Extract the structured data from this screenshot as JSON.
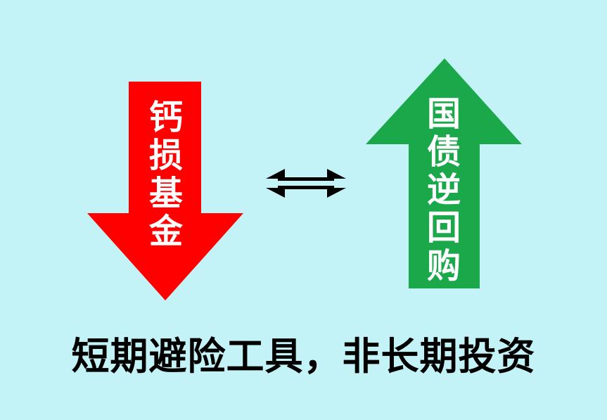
{
  "left_arrow": {
    "direction": "down",
    "label": "钙损基金",
    "color": "#ff0000"
  },
  "right_arrow": {
    "direction": "up",
    "label": "国债逆回购",
    "color": "#1aa84a"
  },
  "connector": {
    "icon": "left-right-double-arrow-icon",
    "color": "#000000"
  },
  "caption": "短期避险工具，非长期投资",
  "colors": {
    "background": "#c3f3f6",
    "text_on_arrow": "#ffffff",
    "caption_text": "#000000"
  }
}
